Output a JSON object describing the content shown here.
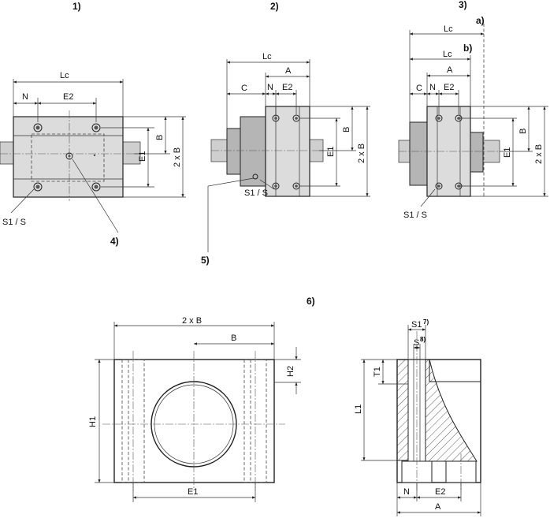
{
  "view_labels": {
    "v1": "1)",
    "v2": "2)",
    "v3": "3)",
    "v6": "6)"
  },
  "callouts": {
    "c4": "4)",
    "c5": "5)",
    "ca": "a)",
    "cb": "b)"
  },
  "dims": {
    "Lc": "Lc",
    "N": "N",
    "E2": "E2",
    "E1": "E1",
    "B": "B",
    "twoB": "2 x B",
    "C": "C",
    "A": "A",
    "S1S": "S1 / S",
    "H1": "H1",
    "H2": "H2",
    "L1": "L1",
    "T1": "T1",
    "S1": "S1",
    "S": "S",
    "sup7": "7)",
    "sup8": "8)"
  }
}
